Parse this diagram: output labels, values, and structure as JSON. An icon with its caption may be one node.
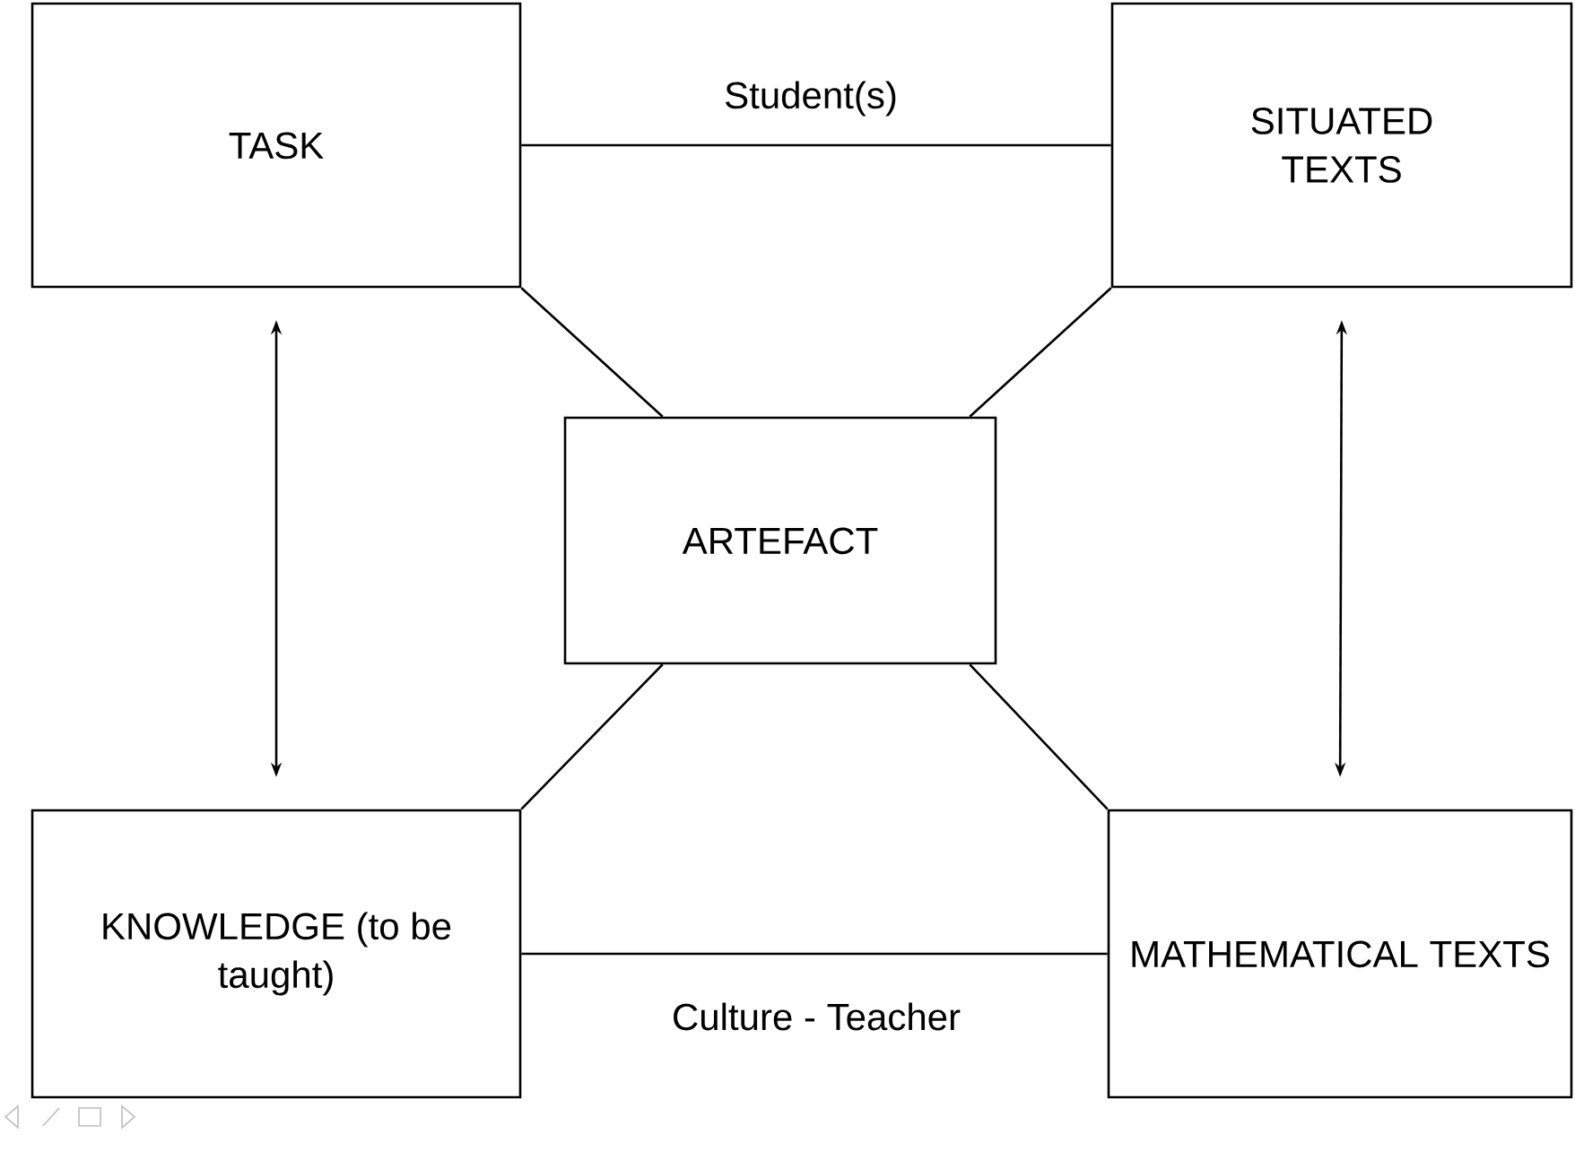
{
  "diagram": {
    "nodes": [
      {
        "text": [
          "TASK"
        ]
      },
      {
        "text": [
          "SITUATED TEXTS"
        ]
      },
      {
        "text": [
          "ARTEFACT"
        ]
      },
      {
        "text": [
          "KNOWLEDGE (to be taught)"
        ]
      },
      {
        "text": [
          "MATHEMATICAL TEXTS"
        ]
      }
    ],
    "edges": [
      {
        "from": 0,
        "to": 1,
        "arrow": "none",
        "label": "Student(s)"
      },
      {
        "from": 0,
        "to": 2,
        "arrow": "none"
      },
      {
        "from": 1,
        "to": 2,
        "arrow": "none"
      },
      {
        "from": 0,
        "to": 3,
        "arrow": "both"
      },
      {
        "from": 1,
        "to": 4,
        "arrow": "both"
      },
      {
        "from": 3,
        "to": 2,
        "arrow": "none"
      },
      {
        "from": 4,
        "to": 2,
        "arrow": "none"
      },
      {
        "from": 3,
        "to": 4,
        "arrow": "none",
        "label": "Culture - Teacher"
      }
    ]
  }
}
